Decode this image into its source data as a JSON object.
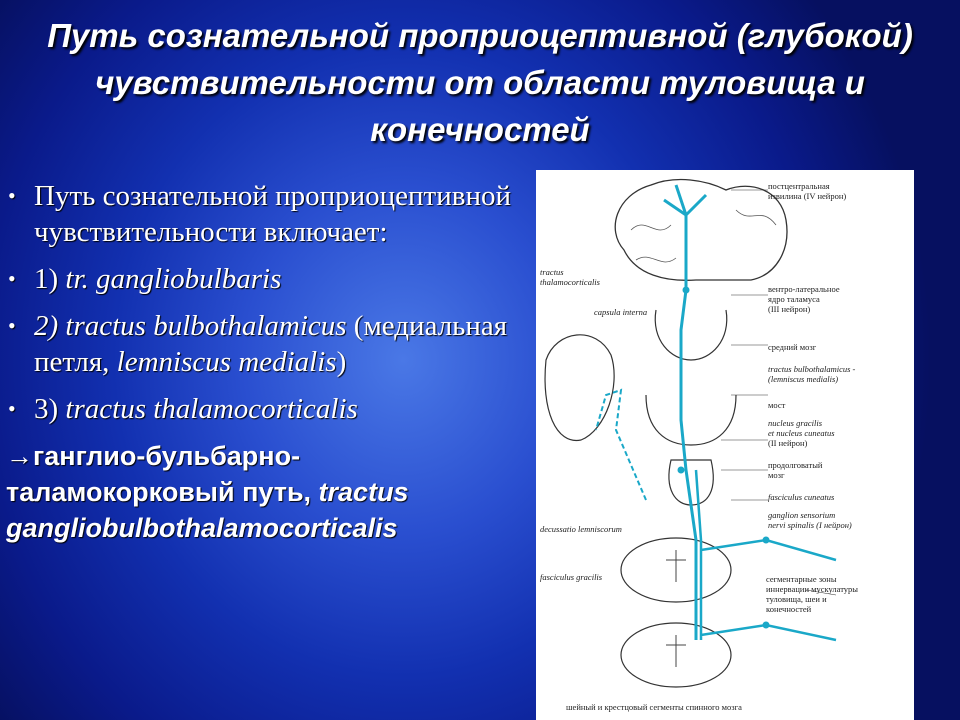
{
  "title": "Путь сознательной проприоцептивной (глубокой) чувствительности от области туловища и конечностей",
  "bullets": [
    {
      "parts": [
        {
          "text": "Путь сознательной проприоцептивной чувствительности включает:",
          "italic": false
        }
      ]
    },
    {
      "parts": [
        {
          "text": " 1) ",
          "italic": false
        },
        {
          "text": "tr. gangliobulbaris",
          "italic": true
        }
      ]
    },
    {
      "parts": [
        {
          "text": "2) tractus bulbothalamicus",
          "italic": true
        },
        {
          "text": " (медиальная петля, ",
          "italic": false
        },
        {
          "text": "lemniscus medialis",
          "italic": true
        },
        {
          "text": ")",
          "italic": false
        }
      ]
    },
    {
      "parts": [
        {
          "text": "3) ",
          "italic": false
        },
        {
          "text": "tractus thalamocorticalis",
          "italic": true
        }
      ]
    }
  ],
  "summary": {
    "arrow": "→",
    "text": "ганглио-бульбарно-таламокорковый путь, ",
    "italic_text": "tractus gangliobulbothalamocorticalis"
  },
  "figure_labels": {
    "postcentral": [
      "постцентральная",
      "извилина (IV нейрон)"
    ],
    "thalamocorticalis": [
      "tractus",
      "thalamocorticalis"
    ],
    "capsula": "capsula interna",
    "ventrolateral": [
      "вентро-латеральное",
      "ядро таламуса",
      "(III нейрон)"
    ],
    "midbrain": "средний мозг",
    "bulbothalamicus": [
      "tractus bulbothalamicus -",
      "(lemniscus medialis)"
    ],
    "pons": "мост",
    "nucleus": [
      "nucleus gracilis",
      "et nucleus cuneatus",
      "(II нейрон)"
    ],
    "medulla": [
      "продолговатый",
      "мозг"
    ],
    "cuneatus": "fasciculus cuneatus",
    "ganglion": [
      "ganglion sensorium",
      "nervi spinalis (I нейрон)"
    ],
    "decussatio": "decussatio lemniscorum",
    "gracilis": "fasciculus gracilis",
    "segments": [
      "сегментарные зоны",
      "иннервации мускулатуры",
      "туловища, шеи и",
      "конечностей"
    ],
    "bottom": "шейный и крестцовый сегменты спинного мозга"
  },
  "colors": {
    "background": "#1a3cc8",
    "pathway": "#1aa8c8",
    "text": "#ffffff"
  }
}
